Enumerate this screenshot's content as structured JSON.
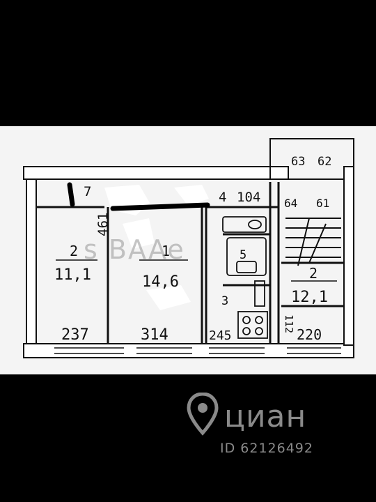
{
  "plan": {
    "dims": {
      "d_7": "7",
      "d_4": "4",
      "d_104": "104",
      "d_64": "64",
      "d_61": "61",
      "d_63": "63",
      "d_62": "62",
      "d_461": "461",
      "d_237": "237",
      "d_314": "314",
      "d_245": "245",
      "d_220": "220",
      "d_112": "112"
    },
    "rooms": [
      {
        "number": "2",
        "area": "11,1"
      },
      {
        "number": "1",
        "area": ""
      },
      {
        "number": "5",
        "area": ""
      },
      {
        "number": "3",
        "area": ""
      },
      {
        "number": "2",
        "area": "12,1"
      }
    ],
    "highlight_area": "14,6",
    "overlay_watermark": "s BAAe"
  },
  "watermark": {
    "brand": "циан",
    "listing_id": "ID 62126492"
  },
  "colors": {
    "background": "#000000",
    "paper": "#f4f4f4",
    "ink": "#111111",
    "watermark": "#8a8a8a"
  }
}
